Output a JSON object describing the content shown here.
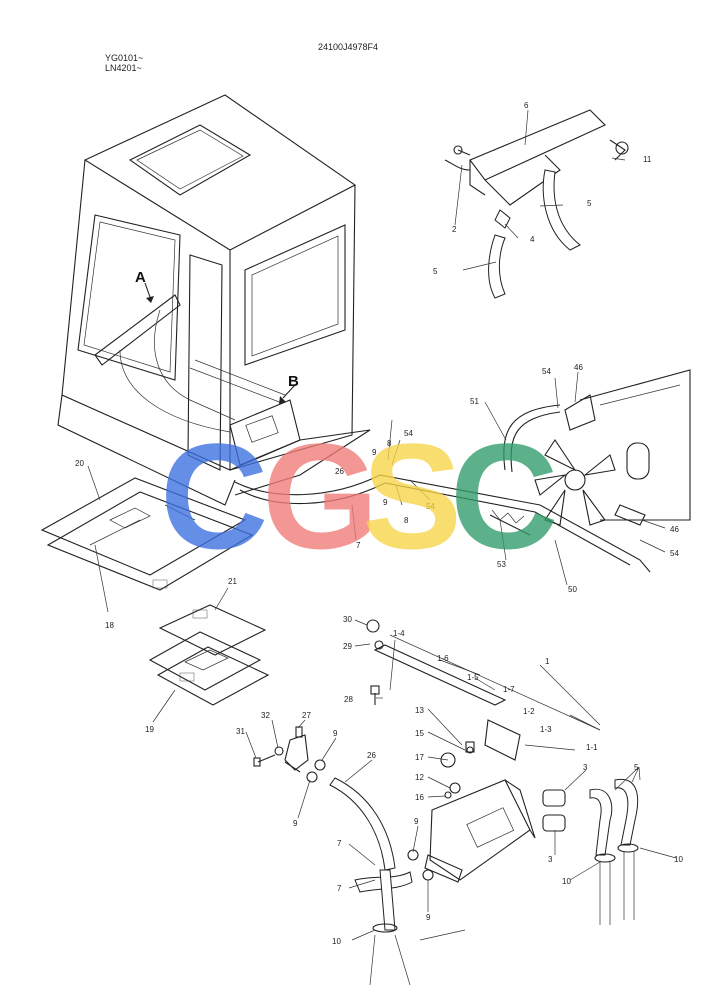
{
  "header": {
    "part_code": "24100J4978F4",
    "serial_1": "YG0101~",
    "serial_2": "LN4201~"
  },
  "views": {
    "a": "A",
    "b": "B"
  },
  "watermark": {
    "letters": [
      "C",
      "G",
      "S",
      "C"
    ],
    "colors": [
      "#3b6fe0",
      "#f07a78",
      "#f7d447",
      "#2f9c6a"
    ]
  },
  "callouts": [
    "2",
    "3",
    "4",
    "5",
    "6",
    "7",
    "8",
    "9",
    "10",
    "11",
    "12",
    "13",
    "15",
    "16",
    "17",
    "18",
    "19",
    "20",
    "21",
    "26",
    "27",
    "28",
    "29",
    "30",
    "31",
    "32",
    "46",
    "50",
    "51",
    "53",
    "54",
    "1",
    "1-1",
    "1-2",
    "1-3",
    "1-4",
    "1-5",
    "1-6",
    "1-7"
  ]
}
